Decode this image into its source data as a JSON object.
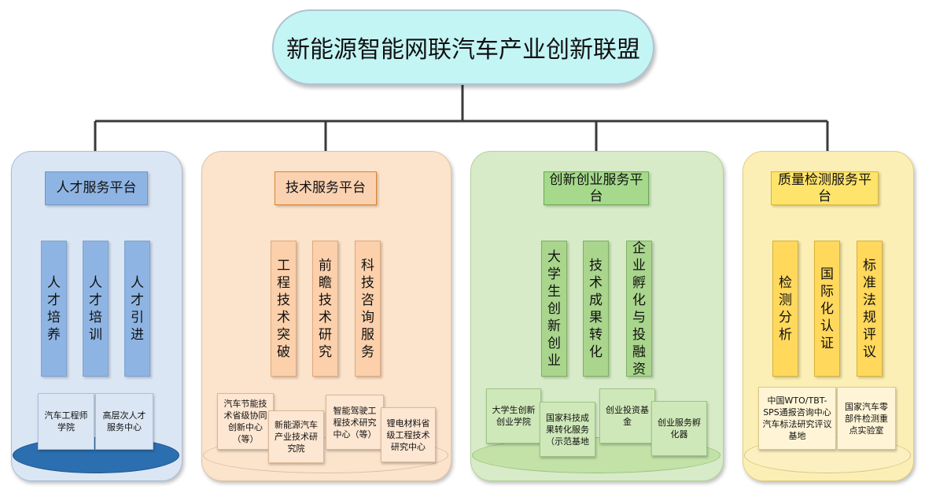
{
  "title": "新能源智能网联汽车产业创新联盟",
  "colors": {
    "connector_dark": "#3a3a3a",
    "talent": "#3e6fb3",
    "tech": "#d9822b",
    "startup": "#5e9d3c",
    "quality": "#c9a227"
  },
  "platforms": [
    {
      "name": "人才服务平台",
      "items": [
        "人才培养",
        "人才培训",
        "人才引进"
      ],
      "institutions": [
        "汽车工程师学院",
        "高层次人才服务中心"
      ]
    },
    {
      "name": "技术服务平台",
      "items": [
        "工程技术突破",
        "前瞻技术研究",
        "科技咨询服务"
      ],
      "institutions": [
        "汽车节能技术省级协同创新中心（等）",
        "新能源汽车产业技术研究院",
        "智能驾驶工程技术研究中心（等）",
        "锂电材料省级工程技术研究中心"
      ]
    },
    {
      "name": "创新创业服务平台",
      "items": [
        "大学生创新创业",
        "技术成果转化",
        "企业孵化与投融资"
      ],
      "institutions": [
        "大学生创新创业学院",
        "国家科技成果转化服务（示范基地",
        "创业投资基金",
        "创业服务孵化器"
      ]
    },
    {
      "name": "质量检测服务平台",
      "items": [
        "检测分析",
        "国际化认证",
        "标准法规评议"
      ],
      "institutions": [
        "中国WTO/TBT-SPS通报咨询中心汽车标法研究评议基地",
        "国家汽车零部件检测重点实验室"
      ]
    }
  ]
}
